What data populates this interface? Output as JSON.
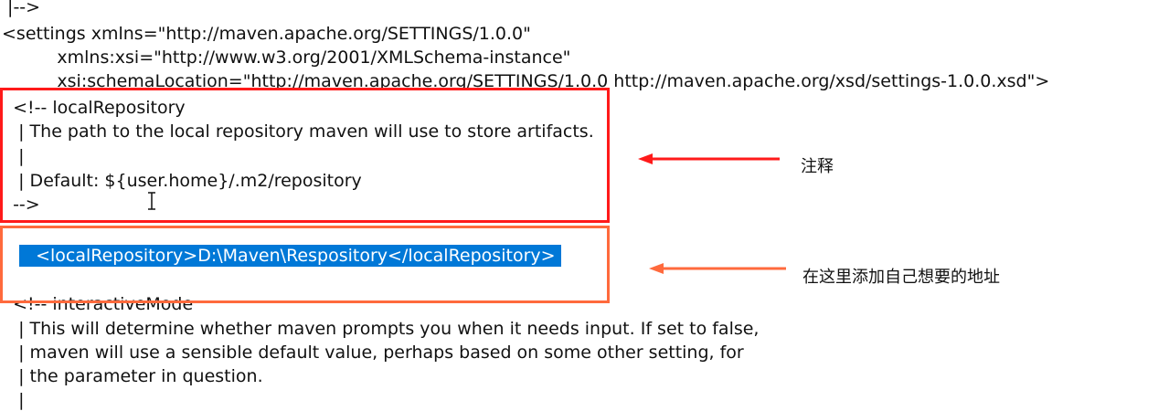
{
  "editor": {
    "lines": [
      " |-->",
      "<settings xmlns=\"http://maven.apache.org/SETTINGS/1.0.0\"",
      "          xmlns:xsi=\"http://www.w3.org/2001/XMLSchema-instance\"",
      "          xsi:schemaLocation=\"http://maven.apache.org/SETTINGS/1.0.0 http://maven.apache.org/xsd/settings-1.0.0.xsd\">",
      "  <!-- localRepository",
      "   | The path to the local repository maven will use to store artifacts.",
      "   |",
      "   | Default: ${user.home}/.m2/repository",
      "  -->",
      "  <localRepository>D:\\Maven\\Respository</localRepository>",
      "",
      "  <!-- interactiveMode",
      "   | This will determine whether maven prompts you when it needs input. If set to false,",
      "   | maven will use a sensible default value, perhaps based on some other setting, for",
      "   | the parameter in question.",
      "   |"
    ]
  },
  "annotations": {
    "comment_label": "注释",
    "add_label": "在这里添加自己想要的地址",
    "comment_box_color": "#ff1a1a",
    "add_box_color": "#ff6a3d",
    "selection_color": "#0078d7"
  }
}
